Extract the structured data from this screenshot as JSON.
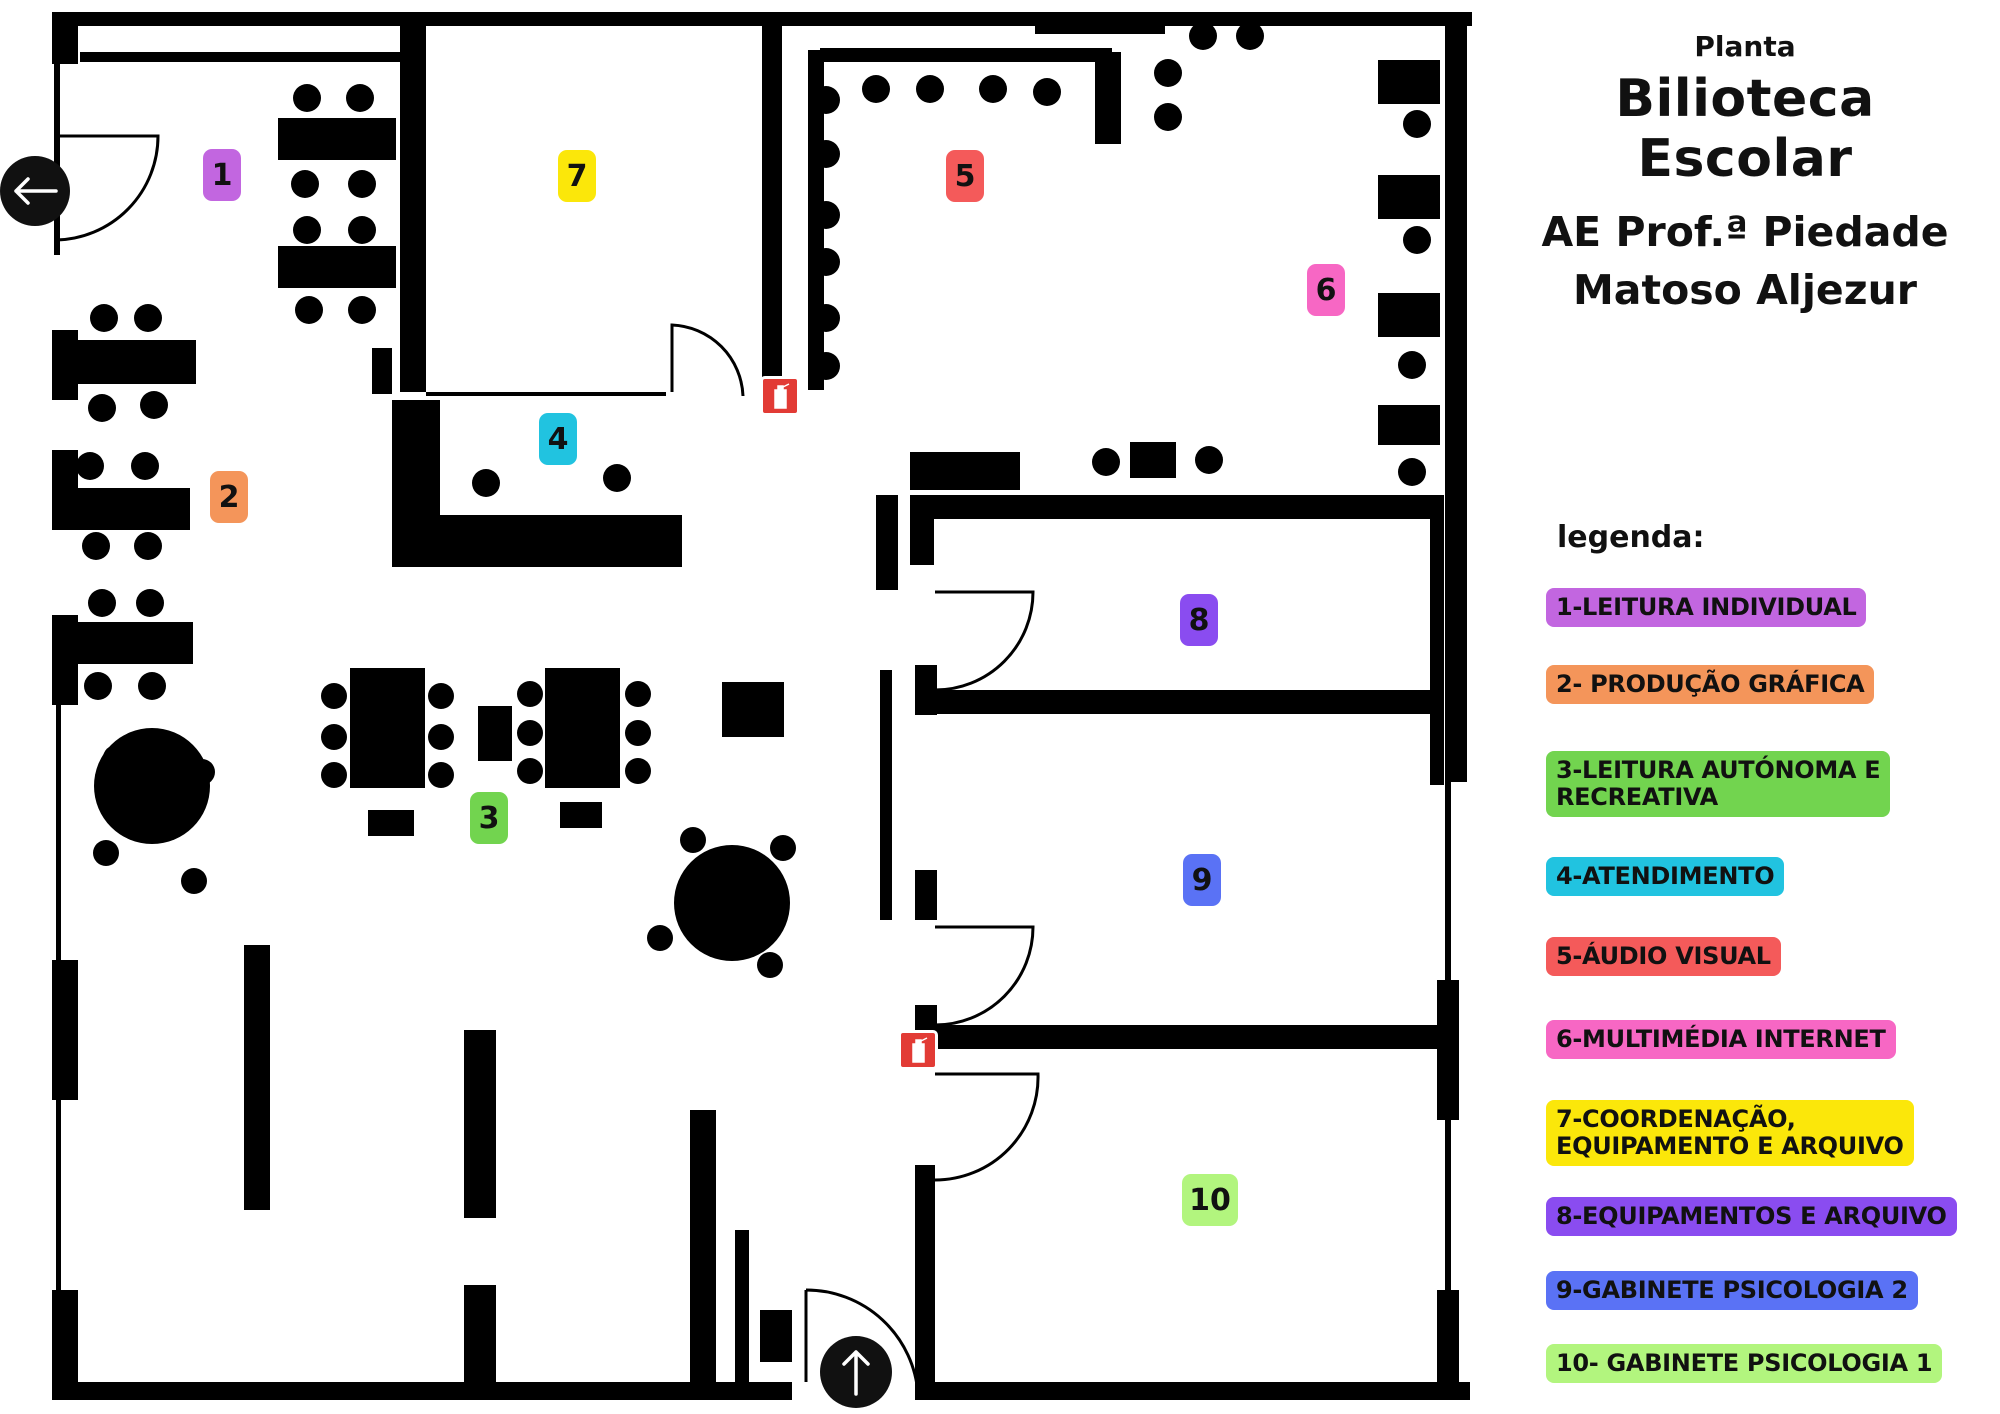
{
  "header": {
    "subtitle": "Planta",
    "title": "Bilioteca Escolar",
    "school_line1": "AE Prof.ª Piedade",
    "school_line2": "Matoso Aljezur"
  },
  "legend": {
    "title": "legenda:",
    "items": [
      {
        "number": "1",
        "label": "1-LEITURA INDIVIDUAL",
        "color": "#c266e0"
      },
      {
        "number": "2",
        "label": "2- PRODUÇÃO GRÁFICA",
        "color": "#f4955a"
      },
      {
        "number": "3",
        "label": "3-LEITURA AUTÓNOMA E\n   RECREATIVA",
        "color": "#72d44f"
      },
      {
        "number": "4",
        "label": "4-ATENDIMENTO",
        "color": "#21c3e0"
      },
      {
        "number": "5",
        "label": "5-ÁUDIO VISUAL",
        "color": "#f45a5a"
      },
      {
        "number": "6",
        "label": "6-MULTIMÉDIA INTERNET",
        "color": "#f767c4"
      },
      {
        "number": "7",
        "label": "7-COORDENAÇÃO,\n   EQUIPAMENTO E ARQUIVO",
        "color": "#fbe70a"
      },
      {
        "number": "8",
        "label": "8-EQUIPAMENTOS E ARQUIVO",
        "color": "#8a4cf0"
      },
      {
        "number": "9",
        "label": "9-GABINETE PSICOLOGIA 2",
        "color": "#5a72f5"
      },
      {
        "number": "10",
        "label": "10- GABINETE PSICOLOGIA 1",
        "color": "#b2f57e"
      }
    ]
  },
  "icons": {
    "exit_arrow": "arrow-left-icon",
    "entrance_arrow": "arrow-up-icon",
    "extinguisher": "fire-extinguisher-icon"
  }
}
